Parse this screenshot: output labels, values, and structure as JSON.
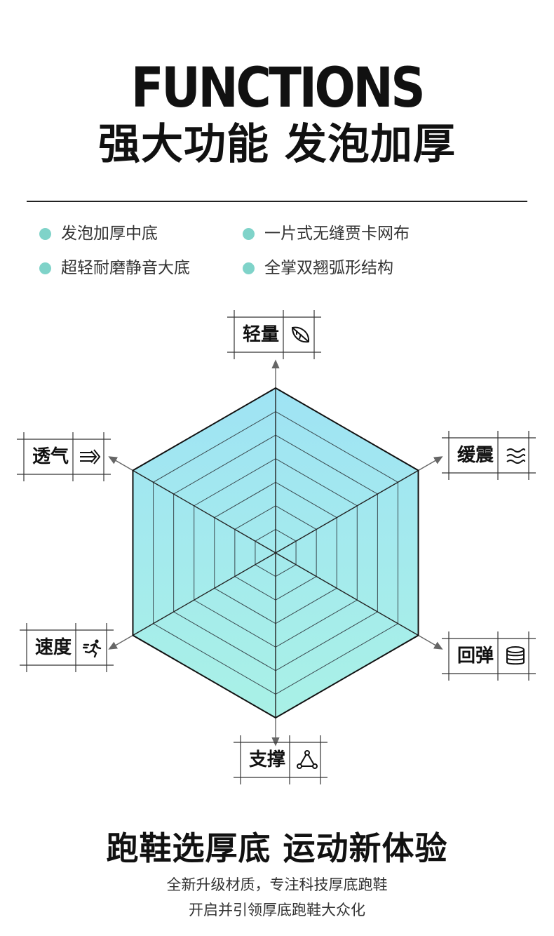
{
  "header": {
    "title_en": "FUNCTIONS",
    "title_cn": "强大功能 发泡加厚"
  },
  "features": [
    "发泡加厚中底",
    "一片式无缝贾卡网布",
    "超轻耐磨静音大底",
    "全掌双翘弧形结构"
  ],
  "radar": {
    "axes": [
      {
        "label": "轻量",
        "icon": "leaf-icon",
        "value": 1.0
      },
      {
        "label": "缓震",
        "icon": "wave-icon",
        "value": 1.0
      },
      {
        "label": "回弹",
        "icon": "coin-stack-icon",
        "value": 1.0
      },
      {
        "label": "支撑",
        "icon": "triangle-nodes-icon",
        "value": 1.0
      },
      {
        "label": "速度",
        "icon": "runner-icon",
        "value": 1.0
      },
      {
        "label": "透气",
        "icon": "airflow-icon",
        "value": 1.0
      }
    ],
    "colors": {
      "fill_top": "#9fe3f4",
      "fill_bottom": "#a9f1e6",
      "grid": "#3a4a50",
      "outline": "#111111"
    }
  },
  "bottom": {
    "title": "跑鞋选厚底 运动新体验",
    "line1": "全新升级材质，专注科技厚底跑鞋",
    "line2": "开启并引领厚底跑鞋大众化"
  }
}
